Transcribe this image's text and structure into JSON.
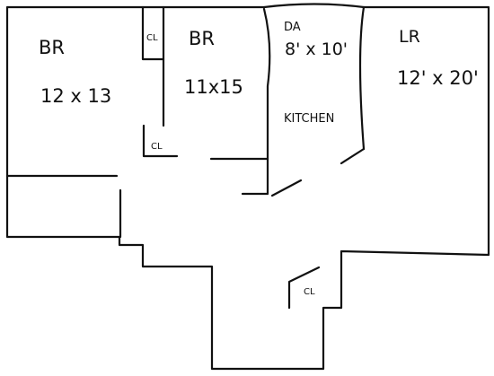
{
  "rooms": {
    "bedroom1": {
      "name": "BR",
      "size": "12 x 13"
    },
    "bedroom2": {
      "name": "BR",
      "size": "11x15"
    },
    "dining": {
      "name": "DA",
      "size": "8' x 10'"
    },
    "living": {
      "name": "LR",
      "size": "12' x 20'"
    },
    "kitchen": {
      "name": "KITCHEN"
    }
  },
  "closets": {
    "closet1": "CL",
    "closet2": "CL",
    "closet3": "CL"
  }
}
